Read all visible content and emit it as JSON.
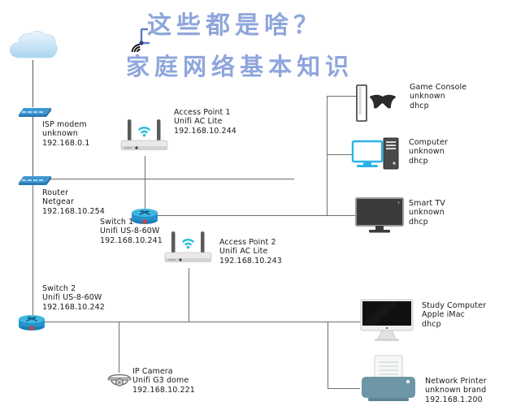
{
  "title": {
    "line1": "这些都是啥？",
    "line2": "家庭网络基本知识",
    "icon": "wifi-signal-icon",
    "color": "#8fa6dc",
    "highlight_color": "#f2f0de"
  },
  "diagram": {
    "type": "home-network-topology",
    "background": "#ffffff",
    "line_color": "#6f6f6f"
  },
  "nodes": [
    {
      "id": "internet-cloud",
      "icon": "cloud-icon",
      "name": "",
      "model": "",
      "address": ""
    },
    {
      "id": "isp-modem",
      "icon": "modem-icon",
      "name": "ISP modem",
      "model": "unknown",
      "address": "192.168.0.1"
    },
    {
      "id": "router",
      "icon": "router-slab-icon",
      "name": "Router",
      "model": "Netgear",
      "address": "192.168.10.254"
    },
    {
      "id": "access-point-1",
      "icon": "access-point-icon",
      "name": "Access Point 1",
      "model": "Unifi AC Lite",
      "address": "192.168.10.244"
    },
    {
      "id": "switch-1",
      "icon": "switch-icon",
      "name": "Switch 1",
      "model": "Unifi US-8-60W",
      "address": "192.168.10.241"
    },
    {
      "id": "access-point-2",
      "icon": "access-point-icon",
      "name": "Access Point 2",
      "model": "Unifi AC Lite",
      "address": "192.168.10.243"
    },
    {
      "id": "switch-2",
      "icon": "switch-icon",
      "name": "Switch 2",
      "model": "Unifi US-8-60W",
      "address": "192.168.10.242"
    },
    {
      "id": "game-console",
      "icon": "game-console-icon",
      "name": "Game Console",
      "model": "unknown",
      "address": "dhcp"
    },
    {
      "id": "computer",
      "icon": "desktop-computer-icon",
      "name": "Computer",
      "model": "unknown",
      "address": "dhcp"
    },
    {
      "id": "smart-tv",
      "icon": "television-icon",
      "name": "Smart TV",
      "model": "unknown",
      "address": "dhcp"
    },
    {
      "id": "study-computer",
      "icon": "imac-icon",
      "name": "Study Computer",
      "model": "Apple iMac",
      "address": "dhcp"
    },
    {
      "id": "network-printer",
      "icon": "printer-icon",
      "name": "Network Printer",
      "model": "unknown brand",
      "address": "192.168.1.200"
    },
    {
      "id": "ip-camera",
      "icon": "dome-camera-icon",
      "name": "IP Camera",
      "model": "Unifi G3 dome",
      "address": "192.168.10.221"
    }
  ]
}
